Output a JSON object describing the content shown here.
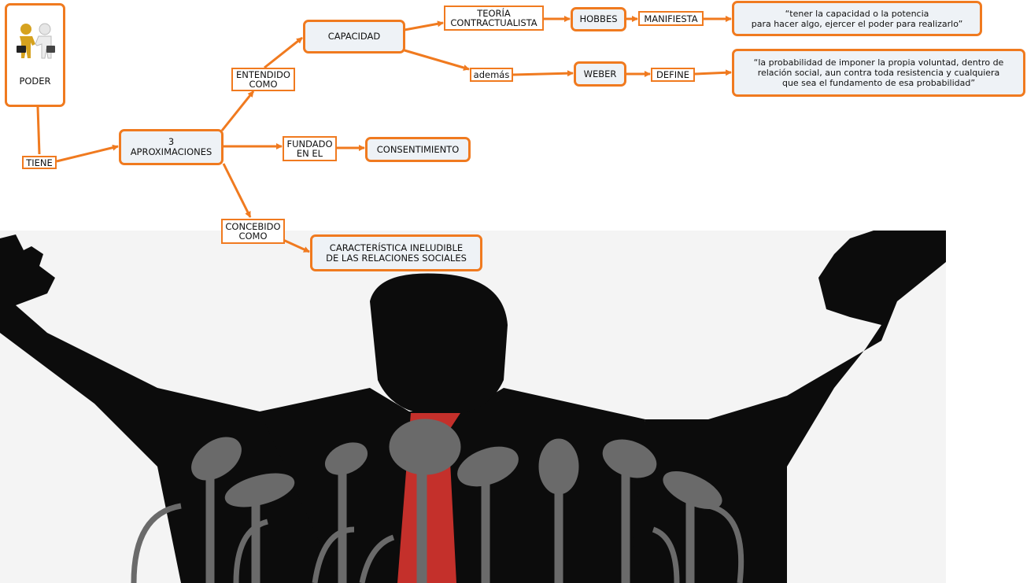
{
  "colors": {
    "accent": "#f07a1f",
    "node_fill": "#eef2f6",
    "silhouette": "#0c0c0c",
    "microphone": "#6a6a6a",
    "tie": "#c4302b"
  },
  "nodes": {
    "poder": "PODER",
    "aproximaciones": "3\nAPROXIMACIONES",
    "capacidad": "CAPACIDAD",
    "hobbes": "HOBBES",
    "weber": "WEBER",
    "quote_hobbes": "“tener la capacidad o la potencia\npara hacer algo, ejercer el poder para realizarlo”",
    "quote_weber": "“la probabilidad de imponer la propia voluntad, dentro de\nrelación social, aun contra toda resistencia y cualquiera\nque sea el fundamento de esa probabilidad”",
    "consentimiento": "CONSENTIMIENTO",
    "caracteristica": "CARACTERÍSTICA INELUDIBLE\nDE LAS RELACIONES SOCIALES"
  },
  "links": {
    "tiene": "TIENE",
    "entendido": "ENTENDIDO\nCOMO",
    "teoria": "TEORÍA\nCONTRACTUALISTA",
    "ademas": "además",
    "manifiesta": "MANIFIESTA",
    "define": "DEFINE",
    "fundado": "FUNDADO\nEN EL",
    "concebido": "CONCEBIDO\nCOMO"
  },
  "icons": {
    "root_icon": "handshake-people-icon",
    "photo": "speaker-with-microphones-illustration"
  }
}
